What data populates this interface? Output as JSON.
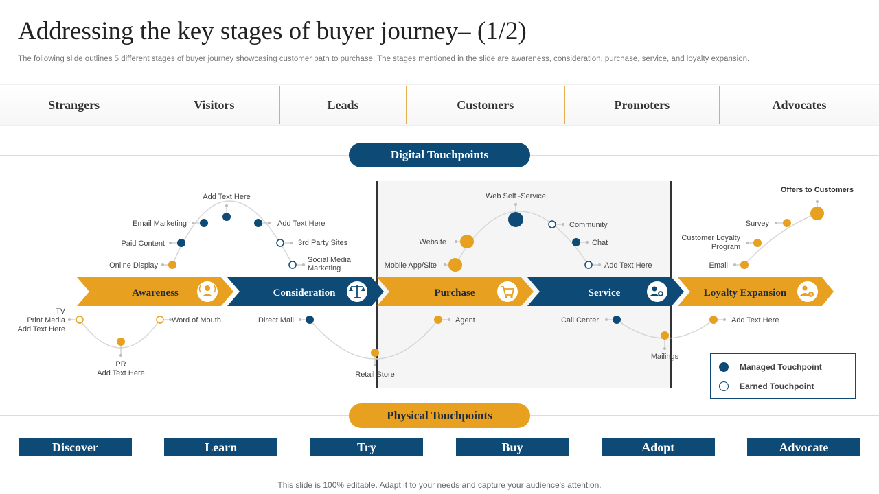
{
  "title": "Addressing the key stages of buyer journey– (1/2)",
  "subtitle": "The following slide outlines 5 different stages of buyer journey showcasing customer path to purchase. The stages mentioned in the slide are awareness, consideration, purchase, service, and loyalty expansion.",
  "stages": [
    "Strangers",
    "Visitors",
    "Leads",
    "Customers",
    "Promoters",
    "Advocates"
  ],
  "digital_label": "Digital Touchpoints",
  "physical_label": "Physical Touchpoints",
  "journey": [
    {
      "label": "Awareness",
      "color": "#e8a020",
      "icon": "person-speaking-icon"
    },
    {
      "label": "Consideration",
      "color": "#0e4a76",
      "icon": "balance-scale-icon"
    },
    {
      "label": "Purchase",
      "color": "#e8a020",
      "icon": "shopping-cart-icon"
    },
    {
      "label": "Service",
      "color": "#0e4a76",
      "icon": "service-gear-icon"
    },
    {
      "label": "Loyalty Expansion",
      "color": "#e8a020",
      "icon": "loyalty-money-icon"
    }
  ],
  "touchpoints": {
    "awareness_digital": [
      "Add Text Here",
      "Email  Marketing",
      "Add Text Here",
      "Paid Content",
      "3rd Party Sites",
      "Online Display",
      "Social Media Marketing"
    ],
    "awareness_physical": [
      "TV",
      "Print Media",
      "Add Text Here",
      "PR",
      "Add Text Here",
      "Word of Mouth"
    ],
    "consideration_physical": [
      "Direct Mail",
      "Retail Store"
    ],
    "purchase_digital": [
      "Web Self -Service",
      "Website",
      "Mobile App/Site"
    ],
    "purchase_physical": [
      "Agent"
    ],
    "service_digital": [
      "Community",
      "Chat",
      "Add Text Here"
    ],
    "service_physical": [
      "Call Center",
      "Mailings"
    ],
    "loyalty_digital": [
      "Offers to Customers",
      "Survey",
      "Customer Loyalty Program",
      "Email"
    ],
    "loyalty_physical": [
      "Add Text Here"
    ]
  },
  "legend": {
    "managed": "Managed Touchpoint",
    "earned": "Earned Touchpoint"
  },
  "actions": [
    "Discover",
    "Learn",
    "Try",
    "Buy",
    "Adopt",
    "Advocate"
  ],
  "footer": "This slide is 100% editable. Adapt it to your needs and capture your audience's attention.",
  "colors": {
    "navy": "#0e4a76",
    "gold": "#e8a020"
  }
}
